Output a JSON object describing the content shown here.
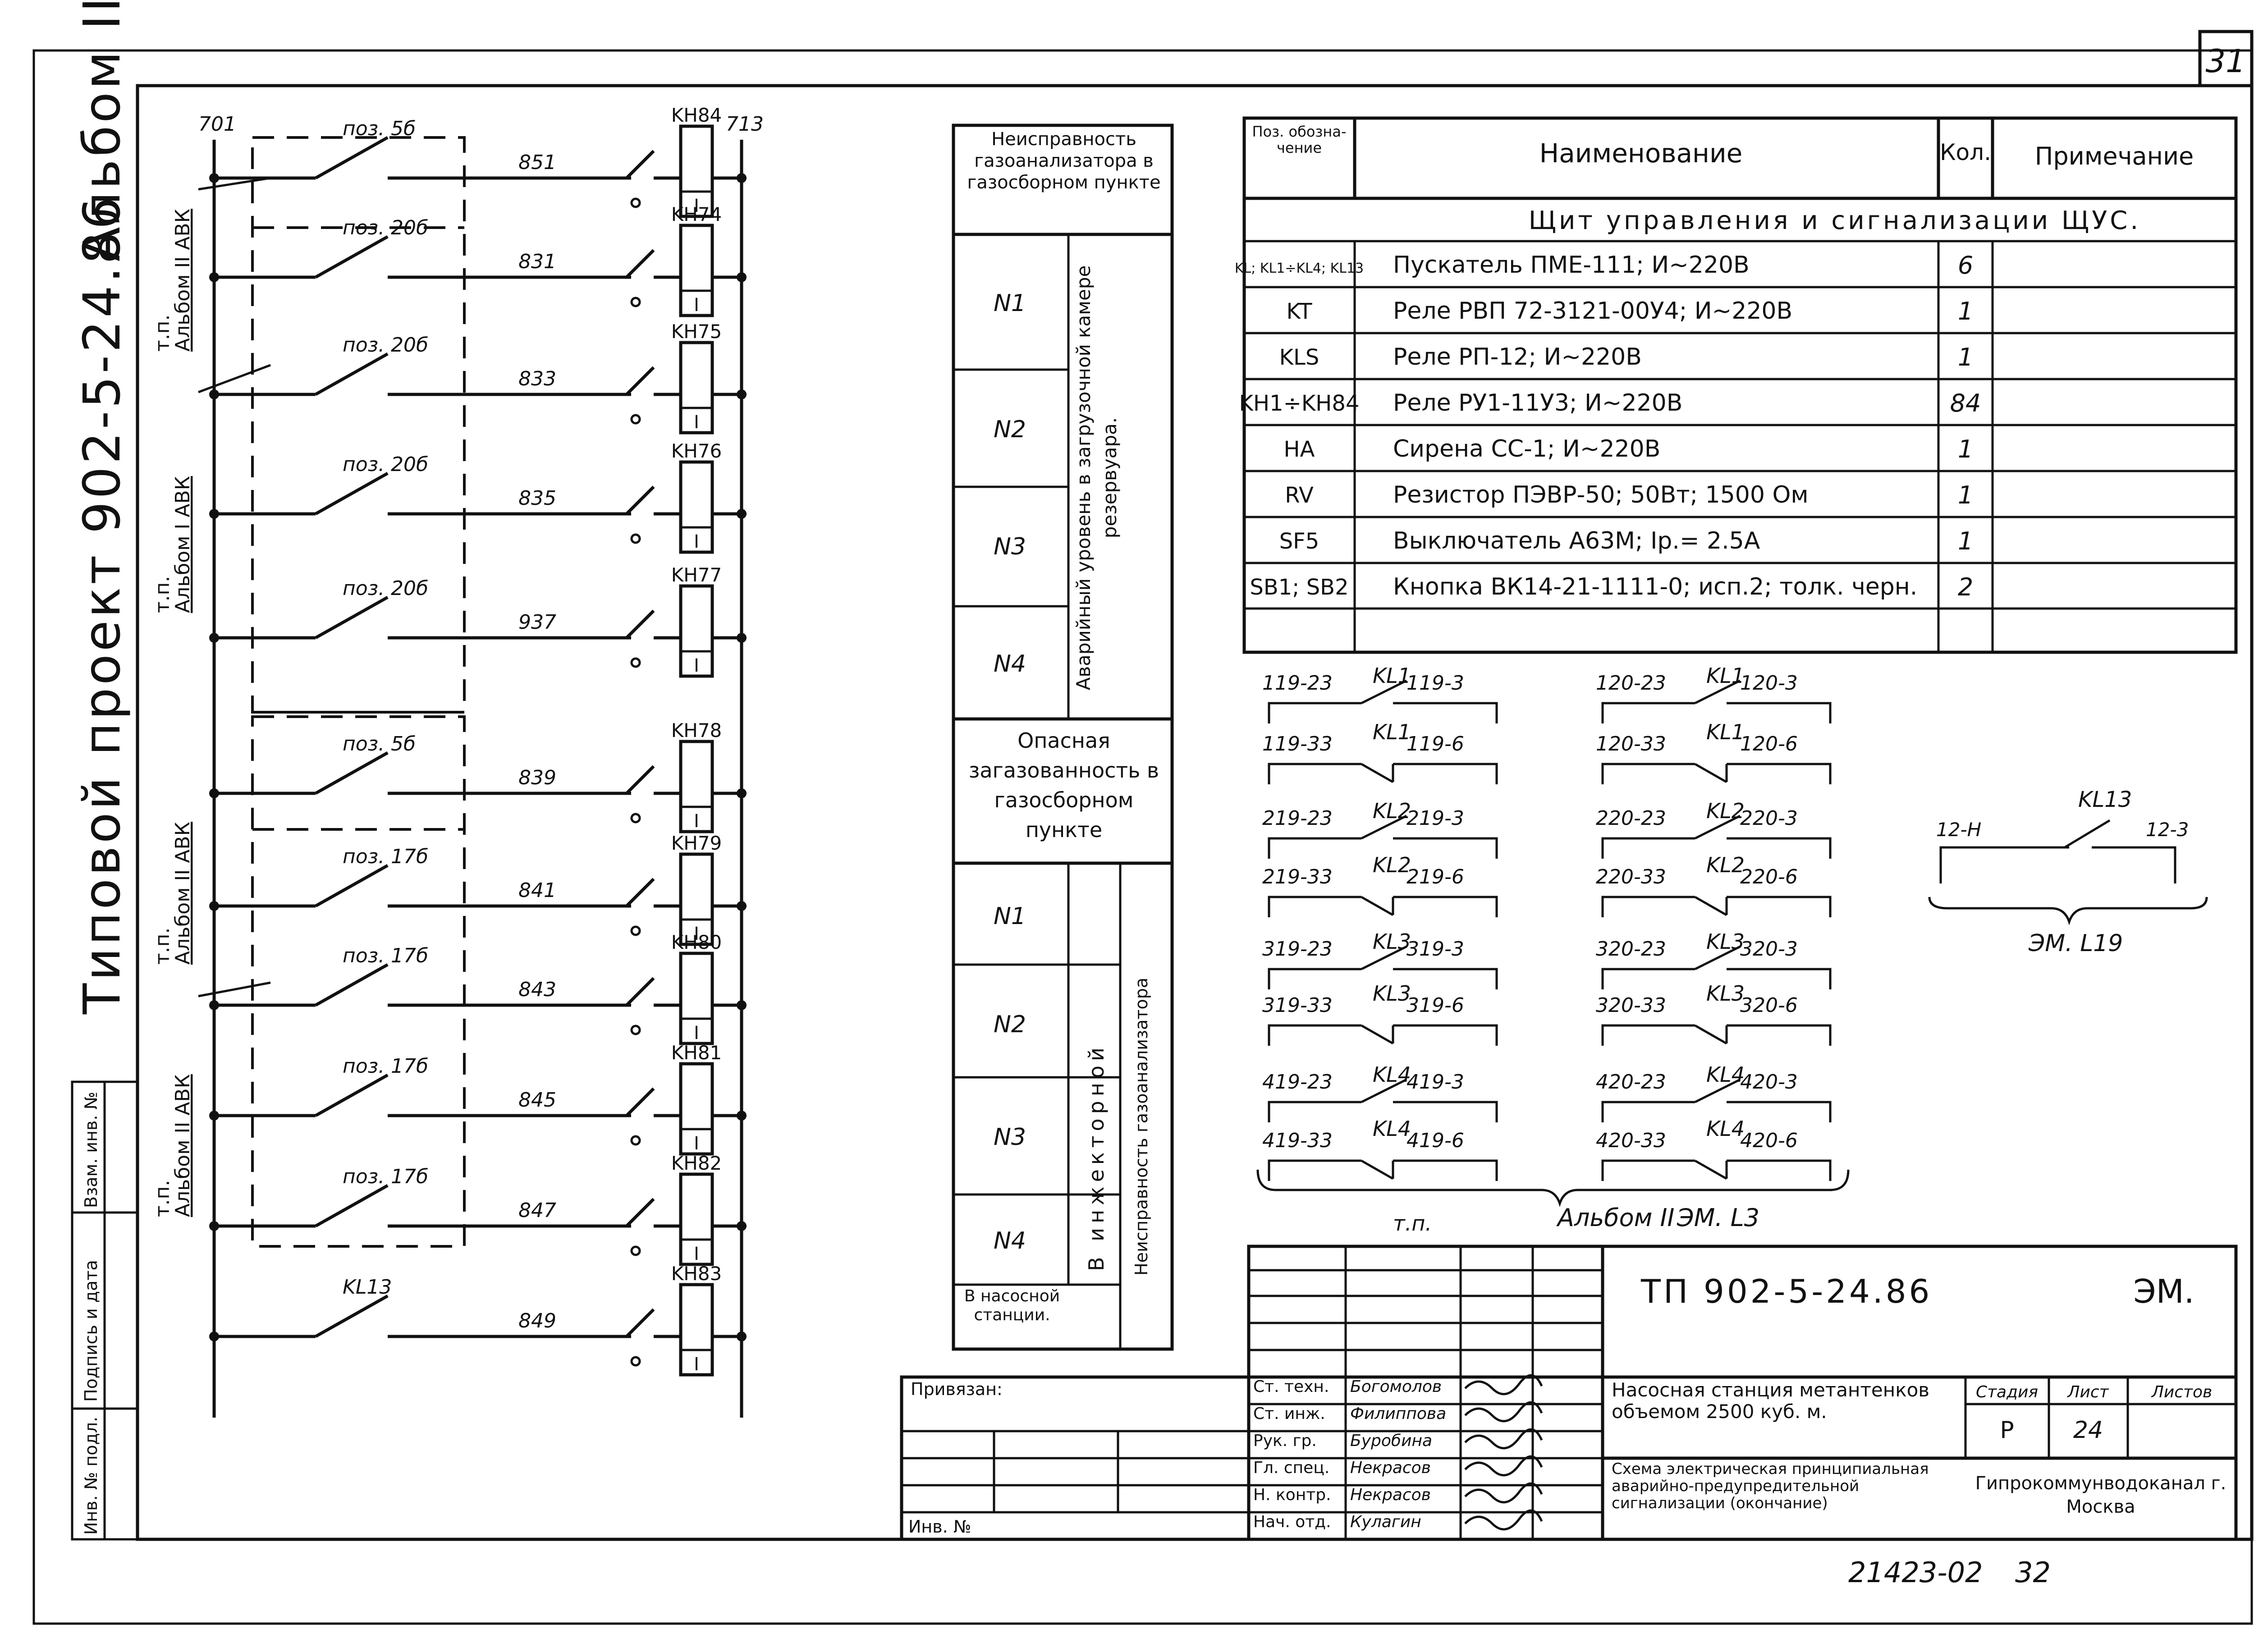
{
  "sheet_number": "31",
  "side_title": {
    "project": "Типовой проект 902-5-24.86",
    "album": "Альбом II"
  },
  "side_stamp": [
    "Инв. № подл.",
    "Подпись и дата",
    "Взам. инв. №"
  ],
  "left_labels": [
    {
      "tp": "т.п.",
      "ref": "Альбом II АВК"
    },
    {
      "tp": "т.п.",
      "ref": "Альбом I АВК"
    },
    {
      "tp": "т.п.",
      "ref": "Альбом II АВК"
    },
    {
      "tp": "т.п.",
      "ref": "Альбом II АВК"
    }
  ],
  "schematic": {
    "bus_left": "701",
    "bus_right": "713",
    "rungs": [
      {
        "contact": "поз. 5б",
        "wire": "851",
        "relay": "KH84"
      },
      {
        "contact": "поз. 20б",
        "wire": "831",
        "relay": "KH74"
      },
      {
        "contact": "поз. 20б",
        "wire": "833",
        "relay": "KH75"
      },
      {
        "contact": "поз. 20б",
        "wire": "835",
        "relay": "KH76"
      },
      {
        "contact": "поз. 20б",
        "wire": "937",
        "relay": "KH77"
      },
      {
        "contact": "поз. 5б",
        "wire": "839",
        "relay": "KH78"
      },
      {
        "contact": "поз. 17б",
        "wire": "841",
        "relay": "KH79"
      },
      {
        "contact": "поз. 17б",
        "wire": "843",
        "relay": "KH80"
      },
      {
        "contact": "поз. 17б",
        "wire": "845",
        "relay": "KH81"
      },
      {
        "contact": "поз. 17б",
        "wire": "847",
        "relay": "KH82"
      },
      {
        "contact": "KL13",
        "wire": "849",
        "relay": "KH83"
      }
    ],
    "coil_mark": "I"
  },
  "fault_table": {
    "header1": "Неисправность газоанализатора в газосборном пункте",
    "rows1": [
      "N1",
      "N2",
      "N3",
      "N4"
    ],
    "side1": "Аварийный уровень в загрузочной камере резервуара.",
    "header2": "Опасная загазованность в газосборном пункте",
    "rows2": [
      "N1",
      "N2",
      "N3",
      "N4"
    ],
    "side2a": "В инжекторной",
    "side2b": "Неисправность газоанализатора",
    "footer": "В насосной станции."
  },
  "spec_table": {
    "headers": [
      "Поз. обозна- чение",
      "Наименование",
      "Кол.",
      "Примечание"
    ],
    "section": "Щит управления и сигнализации ЩУС.",
    "rows": [
      {
        "pos": "KL; KL1÷KL4; KL13",
        "name": "Пускатель ПМЕ-111; И~220В",
        "qty": "6",
        "note": ""
      },
      {
        "pos": "KT",
        "name": "Реле РВП 72-3121-00У4; И~220В",
        "qty": "1",
        "note": ""
      },
      {
        "pos": "KLS",
        "name": "Реле РП-12; И~220В",
        "qty": "1",
        "note": ""
      },
      {
        "pos": "KH1÷KH84",
        "name": "Реле РУ1-11У3; И~220В",
        "qty": "84",
        "note": ""
      },
      {
        "pos": "HA",
        "name": "Сирена СС-1; И~220В",
        "qty": "1",
        "note": ""
      },
      {
        "pos": "RV",
        "name": "Резистор ПЭВР-50; 50Вт; 1500 Ом",
        "qty": "1",
        "note": ""
      },
      {
        "pos": "SF5",
        "name": "Выключатель А63М; Iр.= 2.5А",
        "qty": "1",
        "note": ""
      },
      {
        "pos": "SB1; SB2",
        "name": "Кнопка ВК14-21-1111-0; исп.2; толк. черн.",
        "qty": "2",
        "note": ""
      }
    ]
  },
  "contacts_left": [
    {
      "l": "119-23",
      "r": "119-3",
      "k": "KL1"
    },
    {
      "l": "119-33",
      "r": "119-6",
      "k": "KL1"
    },
    {
      "l": "219-23",
      "r": "219-3",
      "k": "KL2"
    },
    {
      "l": "219-33",
      "r": "219-6",
      "k": "KL2"
    },
    {
      "l": "319-23",
      "r": "319-3",
      "k": "KL3"
    },
    {
      "l": "319-33",
      "r": "319-6",
      "k": "KL3"
    },
    {
      "l": "419-23",
      "r": "419-3",
      "k": "KL4"
    },
    {
      "l": "419-33",
      "r": "419-6",
      "k": "KL4"
    }
  ],
  "contacts_right": [
    {
      "l": "120-23",
      "r": "120-3",
      "k": "KL1"
    },
    {
      "l": "120-33",
      "r": "120-6",
      "k": "KL1"
    },
    {
      "l": "220-23",
      "r": "220-3",
      "k": "KL2"
    },
    {
      "l": "220-33",
      "r": "220-6",
      "k": "KL2"
    },
    {
      "l": "320-23",
      "r": "320-3",
      "k": "KL3"
    },
    {
      "l": "320-33",
      "r": "320-6",
      "k": "KL3"
    },
    {
      "l": "420-23",
      "r": "420-3",
      "k": "KL4"
    },
    {
      "l": "420-33",
      "r": "420-6",
      "k": "KL4"
    }
  ],
  "contacts_ref": {
    "tp": "т.п.",
    "album": "Альбом II",
    "sheet": "ЭМ. L3"
  },
  "kl13_contact": {
    "k": "KL13",
    "l": "12-H",
    "r": "12-3",
    "ref": "ЭМ. L19"
  },
  "title_block": {
    "project_code": "ТП 902-5-24.86",
    "mark": "ЭМ.",
    "attached": "Привязан:",
    "inv": "Инв. №",
    "roles": [
      "Ст. техн.",
      "Ст. инж.",
      "Рук. гр.",
      "Гл. спец.",
      "Н. контр.",
      "Нач. отд."
    ],
    "names": [
      "Богомолов",
      "Филиппова",
      "Буробина",
      "Некрасов",
      "Некрасов",
      "Кулагин"
    ],
    "object": "Насосная станция метантенков объемом 2500 куб. м.",
    "drawing": "Схема электрическая принципиальная аварийно-предупредительной сигнализации (окончание)",
    "stage_headers": [
      "Стадия",
      "Лист",
      "Листов"
    ],
    "stage": "Р",
    "sheet": "24",
    "sheets": "",
    "org": "Гипрокоммунводоканал г. Москва"
  },
  "archive_number": "21423-02",
  "archive_page": "32"
}
